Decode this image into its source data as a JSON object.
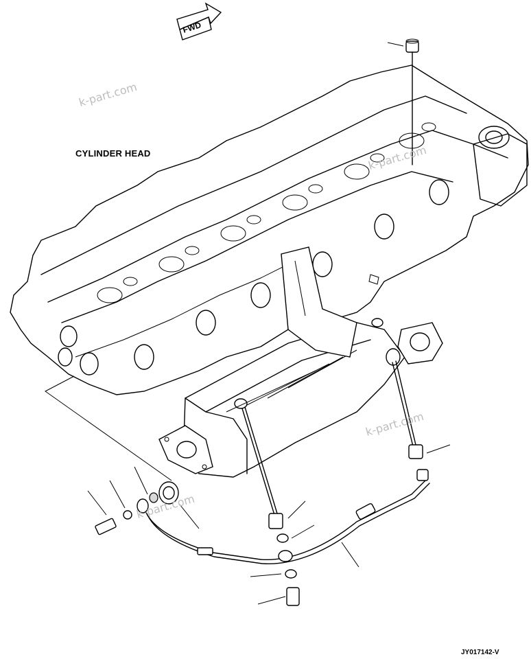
{
  "labels": {
    "cylinder_head": "CYLINDER HEAD",
    "fwd": "FWD",
    "drawing_code": "JY017142-V"
  },
  "watermark": {
    "text": "k-part.com"
  }
}
